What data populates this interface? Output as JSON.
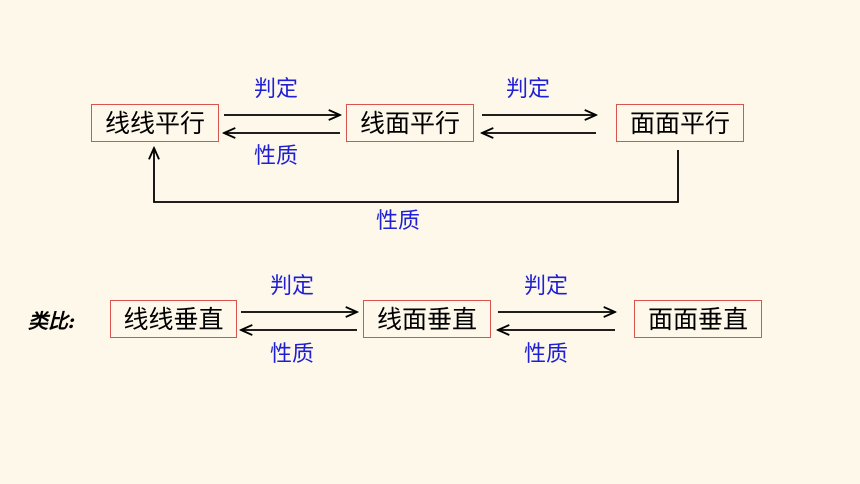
{
  "parallel": {
    "boxes": [
      "线线平行",
      "线面平行",
      "面面平行"
    ],
    "judge_label": "判定",
    "property_label": "性质",
    "bottom_property_label": "性质"
  },
  "perpendicular": {
    "prefix": "类比:",
    "boxes": [
      "线线垂直",
      "线面垂直",
      "面面垂直"
    ],
    "judge_label": "判定",
    "property_label": "性质"
  },
  "colors": {
    "background": "#fdf8e9",
    "box_border": "#d9534f",
    "label": "#1f1fd6",
    "arrow": "#000000"
  }
}
